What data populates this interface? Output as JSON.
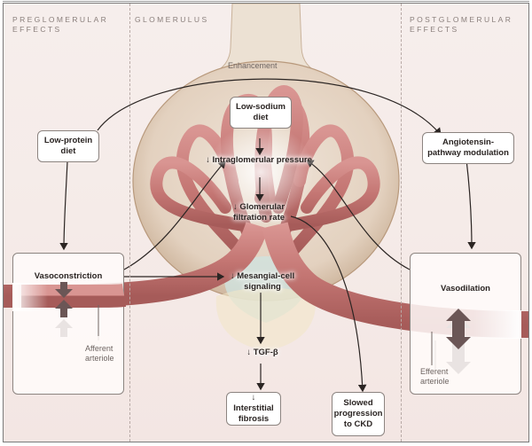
{
  "sections": {
    "preglomerular": "Preglomerular Effects",
    "glomerulus": "Glomerulus",
    "postglomerular": "Postglomerular Effects"
  },
  "labels": {
    "enhancement": "Enhancement",
    "afferent_arteriole": "Afferent arteriole",
    "efferent_arteriole": "Efferent arteriole"
  },
  "boxes": {
    "low_protein_diet": "Low-protein diet",
    "low_sodium_diet": "Low-sodium diet",
    "angiotensin_modulation": "Angiotensin-pathway modulation",
    "vasoconstriction": "Vasoconstriction",
    "vasodilation": "Vasodilation",
    "interstitial_fibrosis": "↓ Interstitial fibrosis",
    "slowed_progression": "Slowed progression to CKD"
  },
  "nodes": {
    "intraglomerular_pressure": "↓ Intraglomerular pressure",
    "gfr": "↓ Glomerular filtration rate",
    "mesangial_signaling": "↓ Mesangial-cell signaling",
    "tgf_beta": "↓ TGF-β"
  },
  "colors": {
    "vessel": "#c97b78",
    "vessel_dark": "#a85c5a",
    "capsule": "#e6d6c6",
    "mesangial": "#cfe2df",
    "arrow": "#2b2523"
  }
}
